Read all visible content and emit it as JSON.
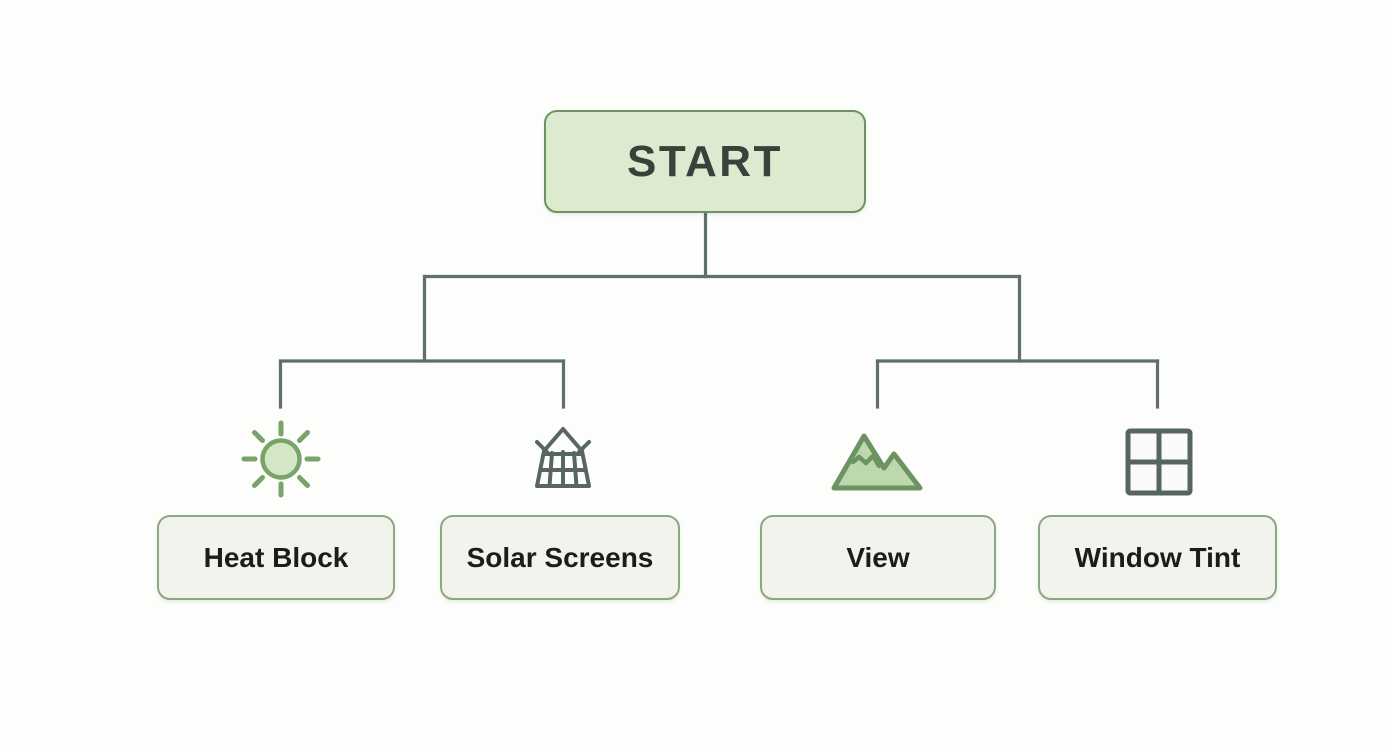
{
  "diagram": {
    "type": "tree-flowchart",
    "background_color": "#fdfdfc",
    "connector_color": "#5f7068",
    "root": {
      "label": "START",
      "fill_color": "#dcead0",
      "border_color": "#6d9460",
      "text_color": "#3a403a"
    },
    "leaves": [
      {
        "label": "Heat Block",
        "icon": "sun-icon",
        "fill_color": "#f1f3ec",
        "border_color": "#8da87e",
        "icon_color": "#7aa36a"
      },
      {
        "label": "Solar Screens",
        "icon": "solar-screen-icon",
        "fill_color": "#f1f3ec",
        "border_color": "#8da87e",
        "icon_color": "#57666180"
      },
      {
        "label": "View",
        "icon": "mountain-icon",
        "fill_color": "#f1f3ec",
        "border_color": "#8da87e",
        "icon_color": "#6d9460"
      },
      {
        "label": "Window Tint",
        "icon": "window-pane-icon",
        "fill_color": "#f1f3ec",
        "border_color": "#8da87e",
        "icon_color": "#56665f"
      }
    ]
  }
}
